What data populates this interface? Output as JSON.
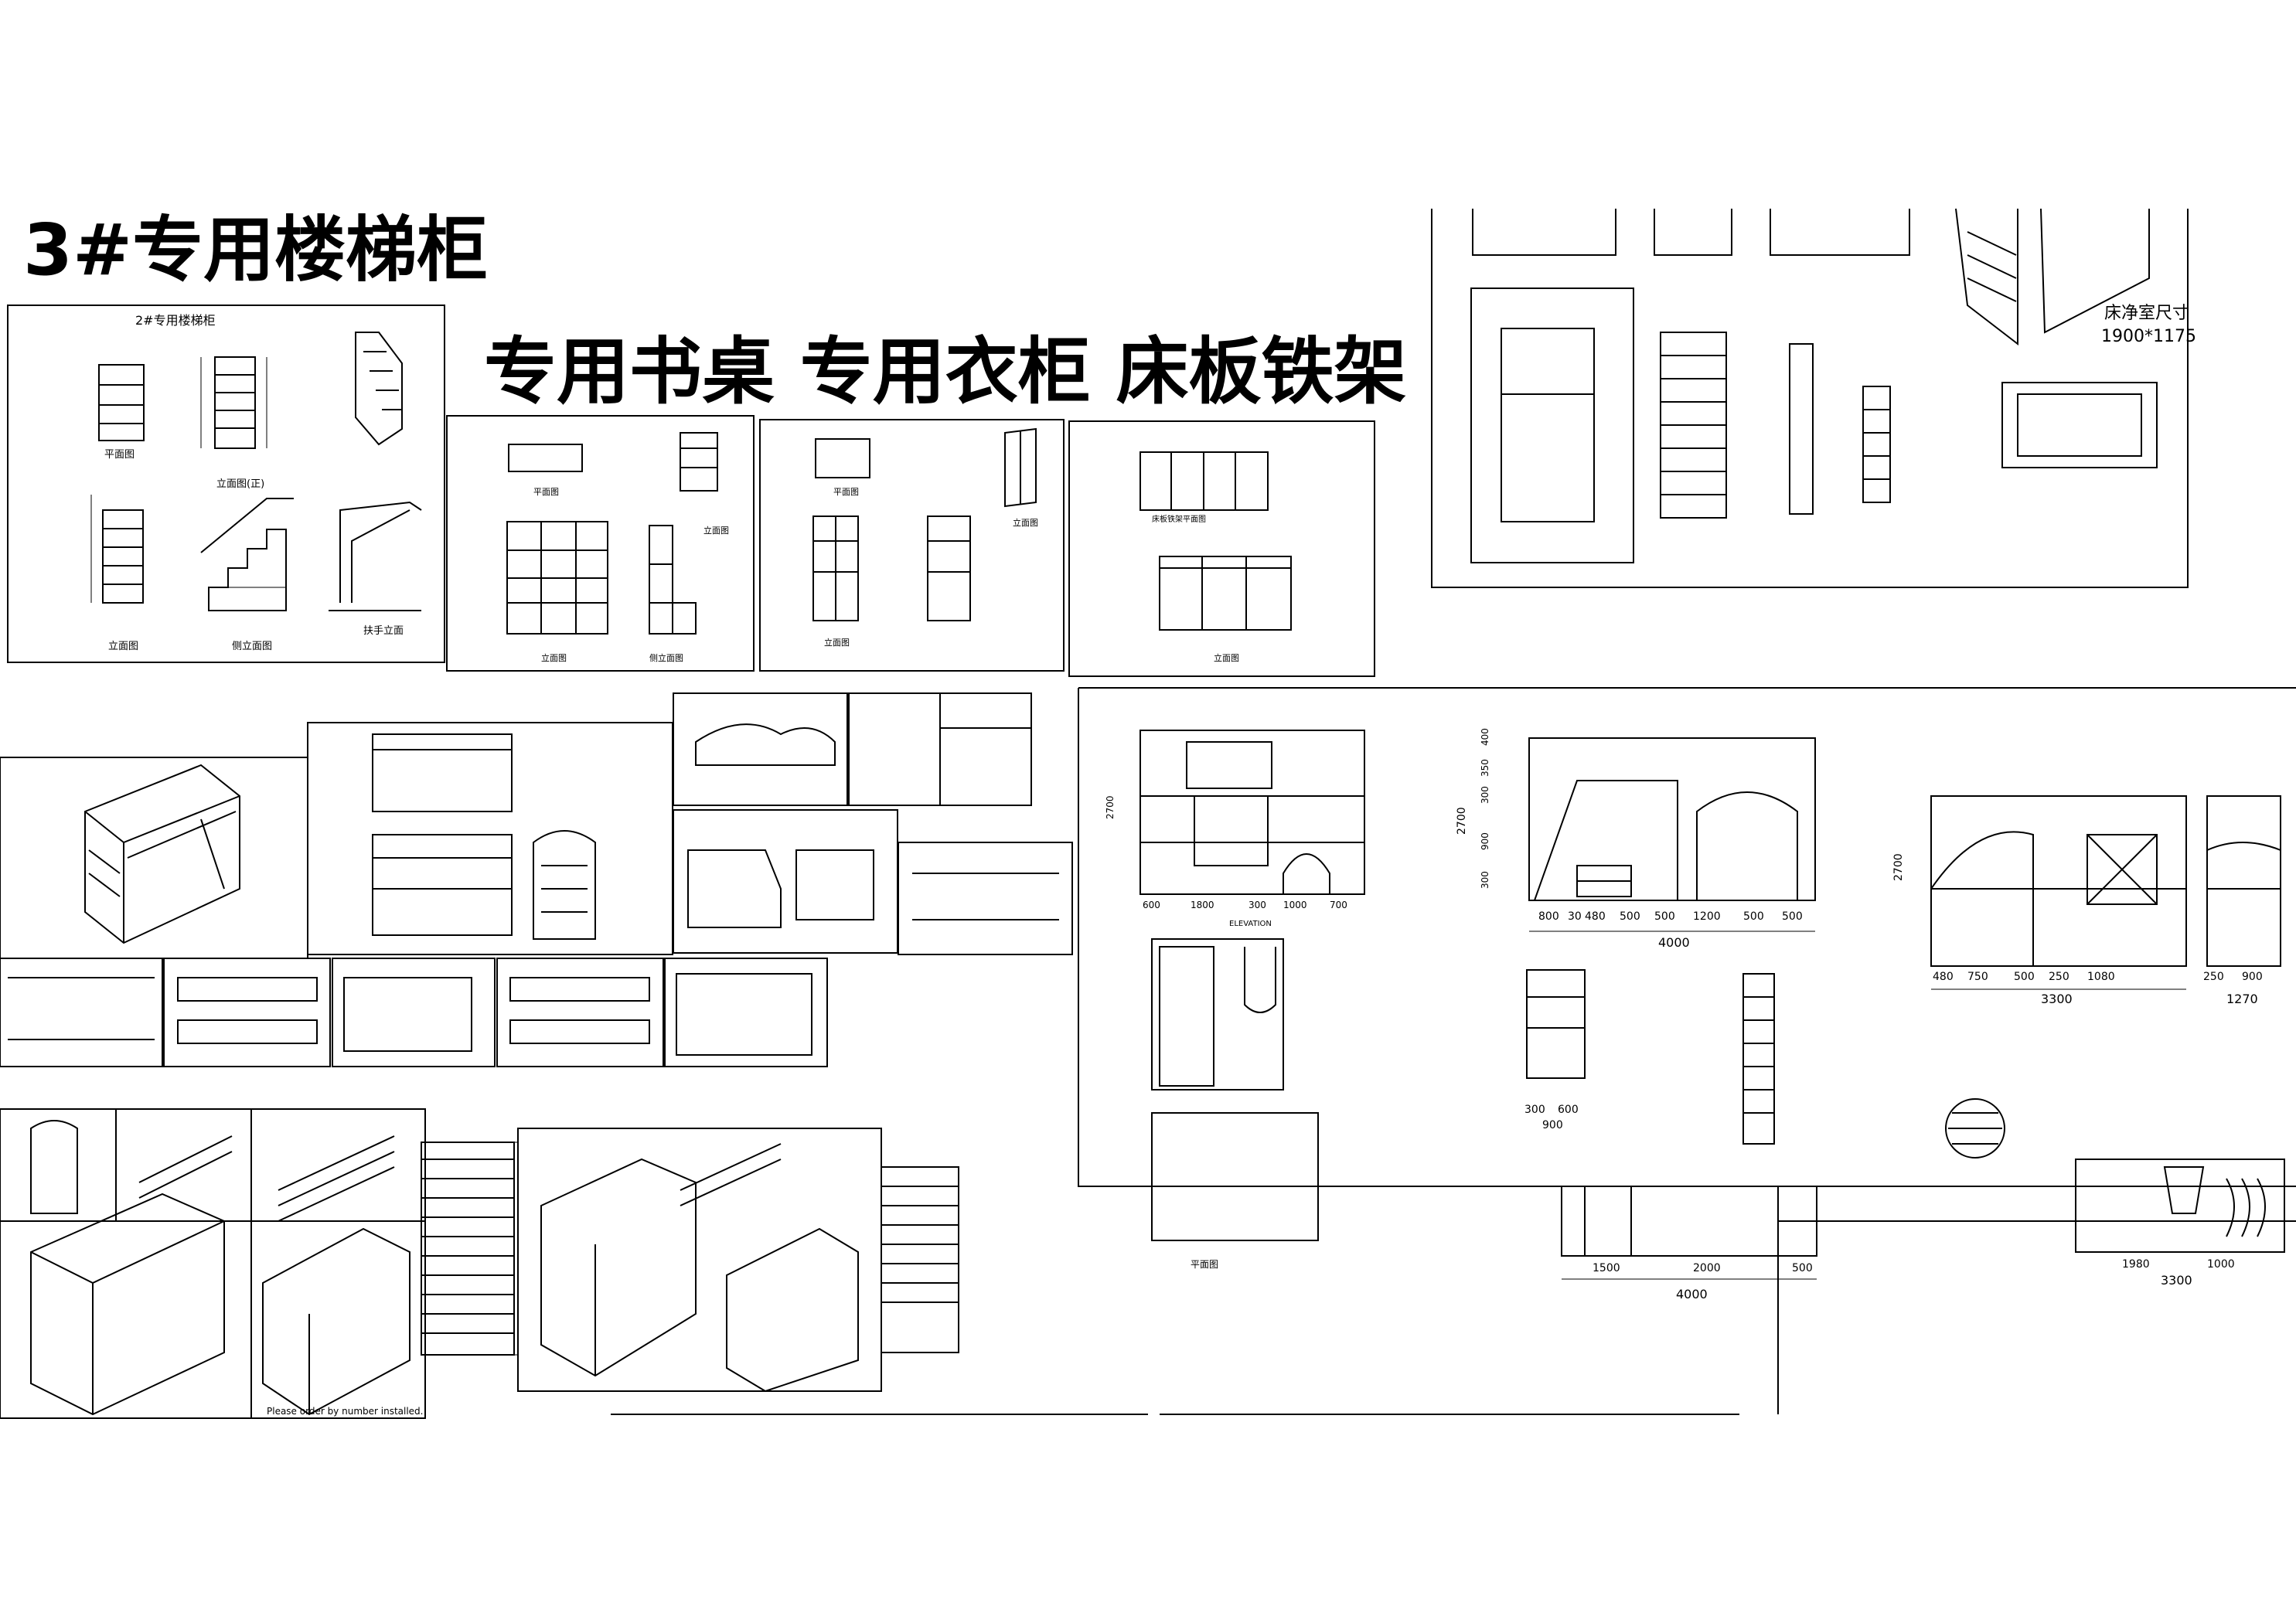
{
  "titles": {
    "stair_cabinet": "3#专用楼梯柜",
    "desk_wardrobe_frame": "专用书桌 专用衣柜  床板铁架"
  },
  "stair_panel": {
    "heading": "2#专用楼梯柜",
    "labels": [
      "平面图",
      "立面图(正)",
      "立面图",
      "侧立面图",
      "扶手立面"
    ]
  },
  "desk_panel": {
    "labels": [
      "平面图",
      "立面图",
      "侧立面图",
      "立面图"
    ]
  },
  "wardrobe_panel": {
    "labels": [
      "平面图",
      "立面图",
      "立面图"
    ]
  },
  "bed_panel": {
    "labels": [
      "床板铁架平面图",
      "立面图"
    ]
  },
  "top_right": {
    "bed_net_size_label": "床净室尺寸",
    "bed_net_size_value": "1900*1175"
  },
  "assembly": {
    "note": "Please order by number installed."
  },
  "elevations": {
    "elev_dims_a": [
      "600",
      "1800",
      "300",
      "1000",
      "700"
    ],
    "elev_dims_b": [
      "800",
      "30",
      "480",
      "500",
      "500",
      "1200",
      "500",
      "500"
    ],
    "elev_total_b": "4000",
    "elev_height_b": [
      "400",
      "350",
      "300",
      "900",
      "300"
    ],
    "bottom_dims": [
      "1500",
      "2000",
      "500"
    ],
    "bottom_total": "4000",
    "right_dims": [
      "480",
      "750",
      "500",
      "250",
      "1080"
    ],
    "right_total": "3300",
    "right_dims2": [
      "250",
      "900"
    ],
    "right_total2": "1270",
    "side_dims": [
      "300",
      "600"
    ],
    "side_total": "900",
    "lower_right_dims": [
      "1980",
      "1000"
    ],
    "lower_right_total": "3300",
    "left_height": [
      "2700"
    ],
    "mid_height": [
      "2700"
    ],
    "right_height": [
      "2700"
    ],
    "elev_tag": "ELEVATION",
    "plan_tag": "平面图"
  }
}
